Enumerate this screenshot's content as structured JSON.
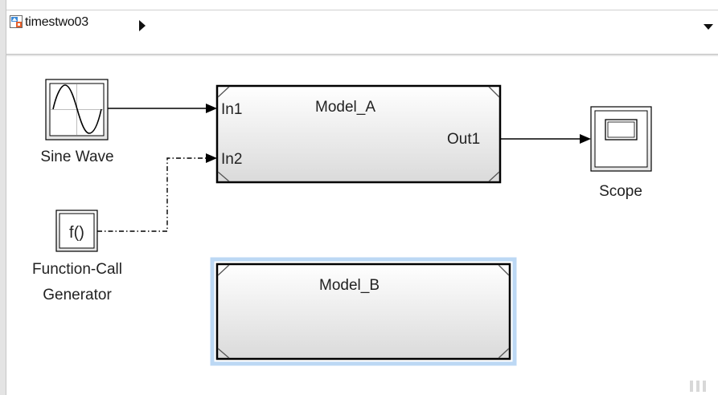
{
  "toolbar": {
    "model_name": "timestwo03"
  },
  "blocks": {
    "sine_wave": {
      "label": "Sine Wave"
    },
    "function_call": {
      "glyph": "f()",
      "label_line1": "Function-Call",
      "label_line2": "Generator"
    },
    "model_a": {
      "title": "Model_A",
      "in1": "In1",
      "in2": "In2",
      "out1": "Out1"
    },
    "model_b": {
      "title": "Model_B"
    },
    "scope": {
      "label": "Scope"
    }
  },
  "colors": {
    "selection_highlight": "#bcd8f4",
    "block_border": "#000000",
    "model_fill_top": "#ffffff",
    "model_fill_bottom": "#d8d8d8"
  }
}
